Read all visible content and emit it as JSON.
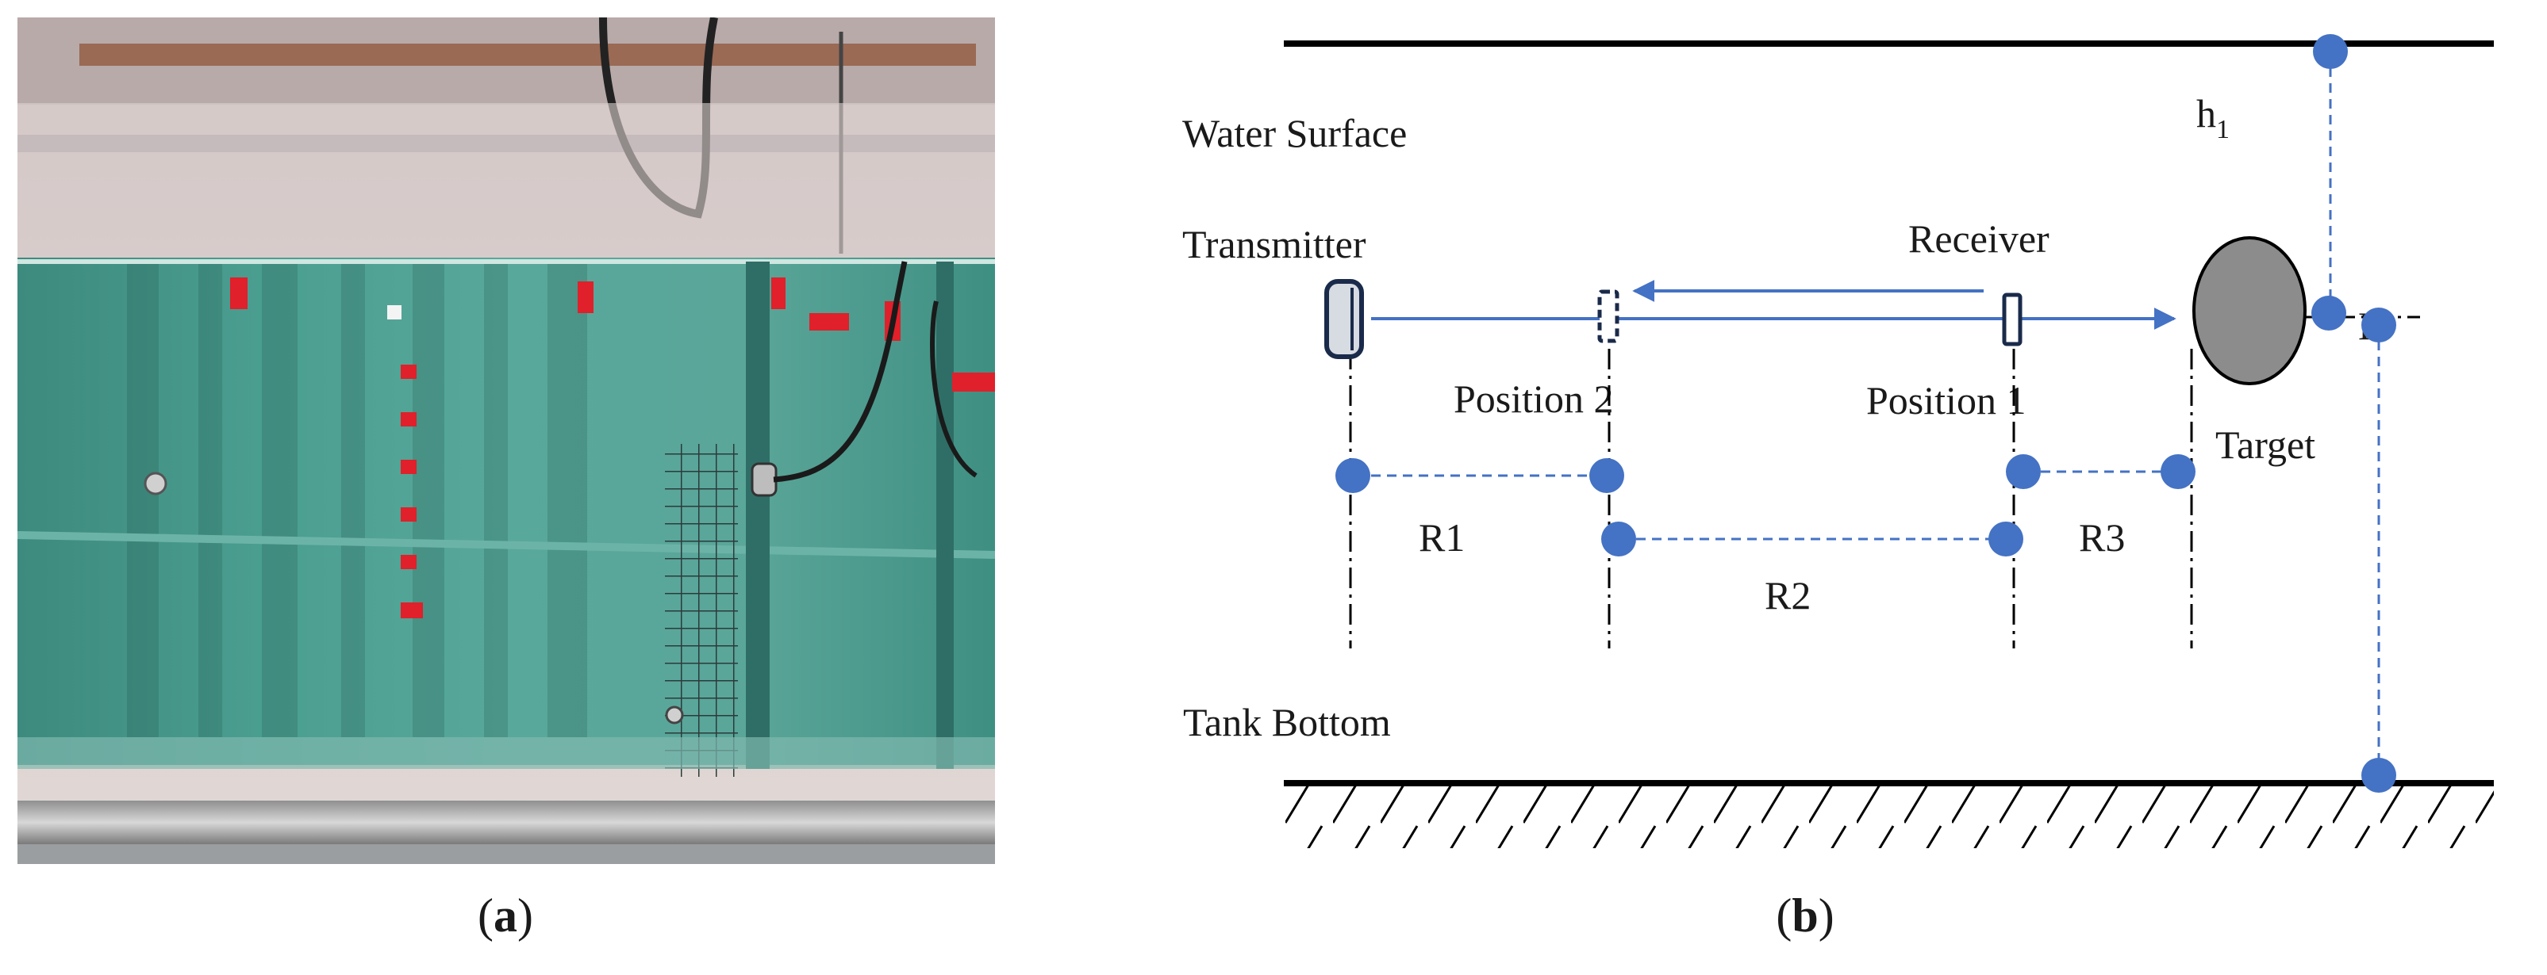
{
  "panel_a": {
    "caption_open": "(",
    "caption_letter": "a",
    "caption_close": ")"
  },
  "panel_b": {
    "caption_open": "(",
    "caption_letter": "b",
    "caption_close": ")",
    "labels": {
      "water_surface": "Water Surface",
      "transmitter": "Transmitter",
      "receiver": "Receiver",
      "position_2": "Position  2",
      "position_1": "Position  1",
      "target": "Target",
      "h1_main": "h",
      "h1_sub": "1",
      "H": "H",
      "R1": "R1",
      "R2": "R2",
      "R3": "R3",
      "tank_bottom": "Tank Bottom"
    }
  },
  "colors": {
    "accent_blue": "#4472c4",
    "line_black": "#000000",
    "target_gray": "#8c8c8c",
    "water_green": "#3f9a8e"
  }
}
